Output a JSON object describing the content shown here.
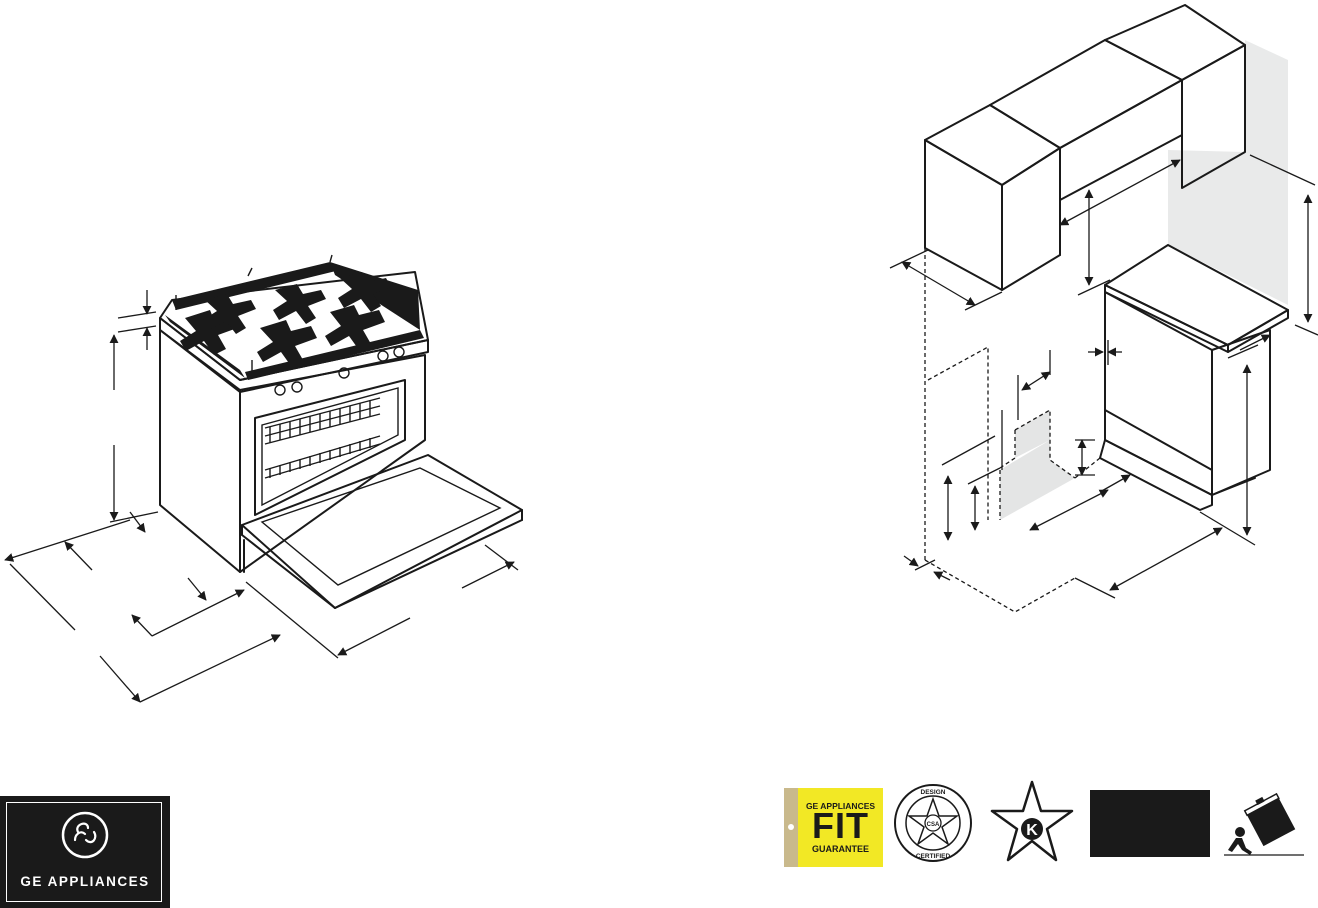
{
  "brand": {
    "name": "GE APPLIANCES",
    "monogram": "GE"
  },
  "badges": {
    "fit": {
      "line1": "GE APPLIANCES",
      "line2": "FIT",
      "line3": "GUARANTEE",
      "bg": "#f2e825",
      "tape": "#c9b98c"
    },
    "design": {
      "top": "DESIGN",
      "bottom": "CERTIFIED",
      "seal": "CSA"
    },
    "star": {
      "letter": "K"
    }
  },
  "colors": {
    "ink": "#1a1a1a",
    "logo_bg": "#1a1a1a",
    "wall_shade": "#e9eaea",
    "zone_shade": "#e4e5e5"
  },
  "icons": [
    "ge-monogram-icon",
    "fit-guarantee-badge",
    "design-certified-icon",
    "kosher-star-icon",
    "black-label-block",
    "tip-over-warning-icon"
  ]
}
